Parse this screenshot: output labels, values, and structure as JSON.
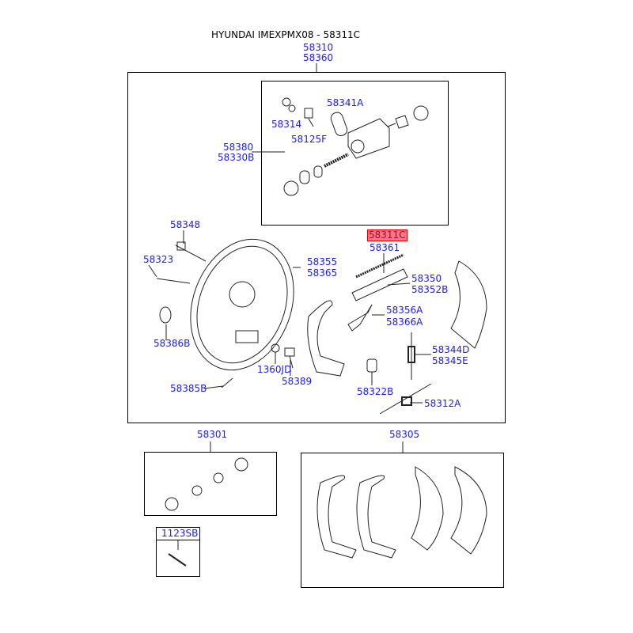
{
  "title": "HYUNDAI IMEXPMX08 - 58311C",
  "highlight_color": "#f07c7c",
  "label_color": "#1a1aff",
  "labels": {
    "p58310": "58310",
    "p58360": "58360",
    "p58341A": "58341A",
    "p58314": "58314",
    "p58125F": "58125F",
    "p58380": "58380",
    "p58330B": "58330B",
    "p58348": "58348",
    "p58323": "58323",
    "p58386B": "58386B",
    "p58385B": "58385B",
    "p58355": "58355",
    "p58365": "58365",
    "p1360JD": "1360JD",
    "p58389": "58389",
    "p58311C": "58311C",
    "p58361": "58361",
    "p58350": "58350",
    "p58352B": "58352B",
    "p58356A": "58356A",
    "p58366A": "58366A",
    "p58344D": "58344D",
    "p58345E": "58345E",
    "p58322B": "58322B",
    "p58312A": "58312A",
    "p58301": "58301",
    "p58305": "58305",
    "p1123SB": "1123SB"
  }
}
